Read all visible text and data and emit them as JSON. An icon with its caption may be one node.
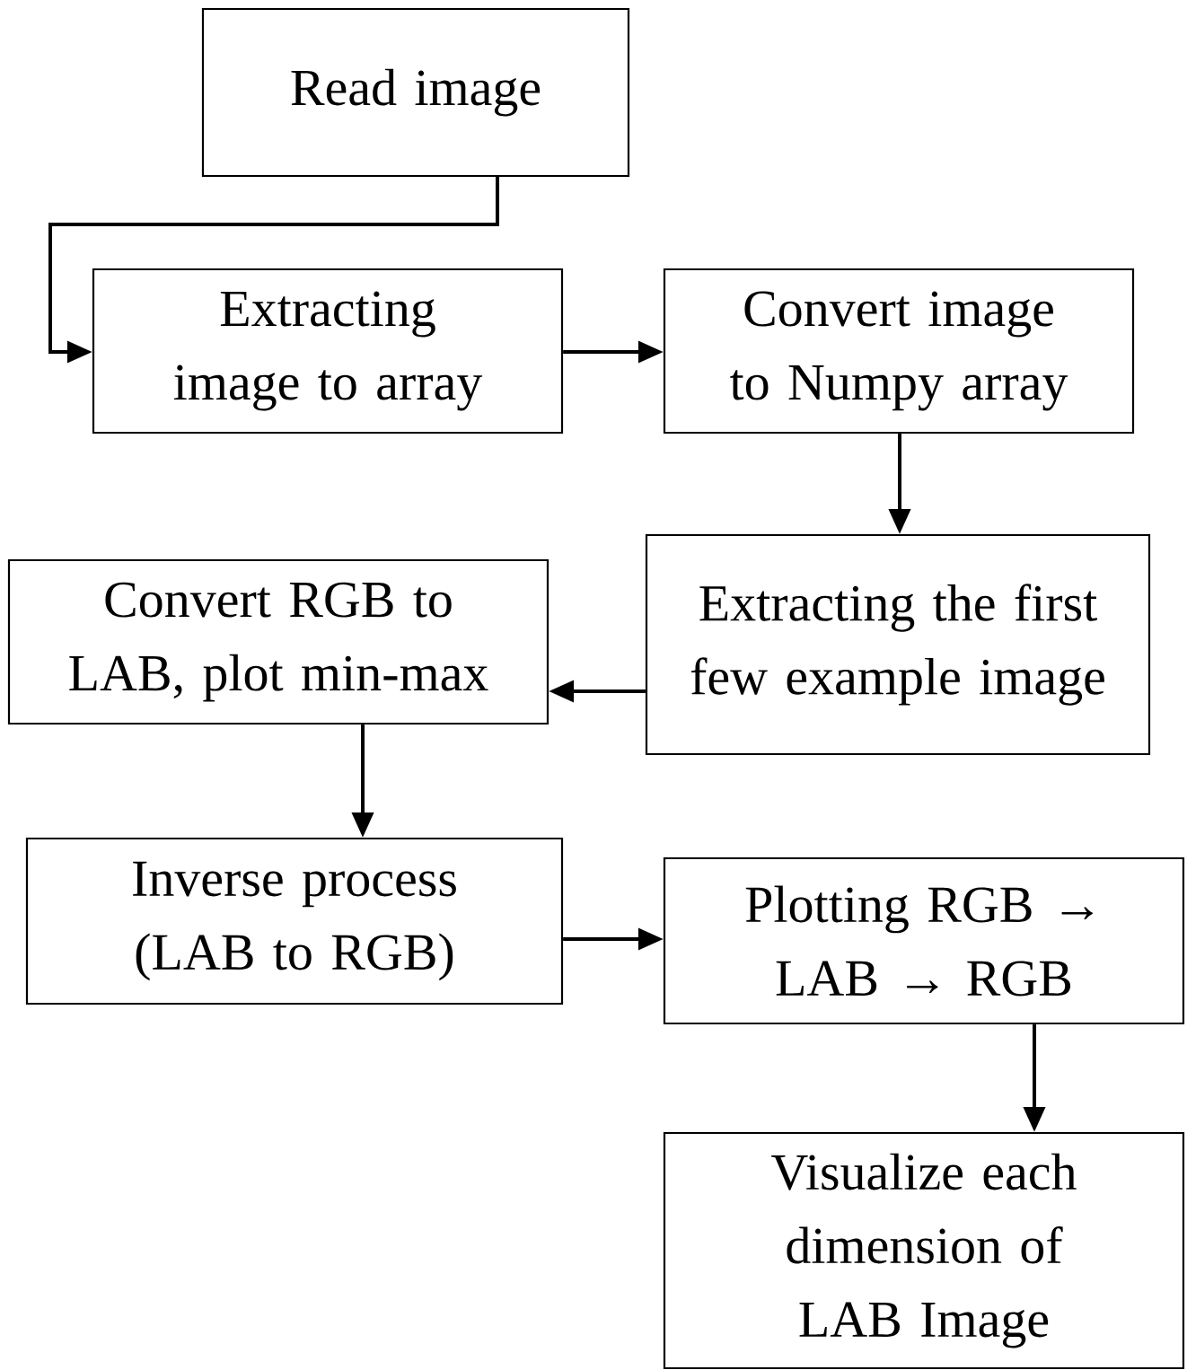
{
  "diagram": {
    "nodes": [
      {
        "text": [
          "Read image"
        ]
      },
      {
        "text": [
          "Extracting image to array"
        ]
      },
      {
        "text": [
          "Convert image to Numpy array"
        ]
      },
      {
        "text": [
          "Extracting the first few example image"
        ]
      },
      {
        "text": [
          "Convert RGB to LAB, plot min-max"
        ]
      },
      {
        "text": [
          "Inverse process (LAB to RGB)"
        ]
      },
      {
        "text": [
          "Plotting RGB → LAB → RGB"
        ]
      },
      {
        "text": [
          "Visualize each dimension of LAB Image"
        ]
      }
    ],
    "edges": [
      {
        "from": 0,
        "to": 1,
        "arrow": "to"
      },
      {
        "from": 1,
        "to": 2,
        "arrow": "to"
      },
      {
        "from": 2,
        "to": 3,
        "arrow": "to"
      },
      {
        "from": 3,
        "to": 4,
        "arrow": "to"
      },
      {
        "from": 4,
        "to": 5,
        "arrow": "to"
      },
      {
        "from": 5,
        "to": 6,
        "arrow": "to"
      },
      {
        "from": 6,
        "to": 7,
        "arrow": "to"
      }
    ]
  }
}
